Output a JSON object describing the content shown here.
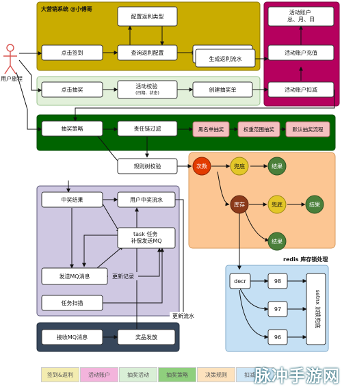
{
  "panels": {
    "topTitle": "大营销系统 @小傅哥",
    "redisTitle": "redis 库存锁处理"
  },
  "actor": {
    "label": "用户旅程"
  },
  "nodes": {
    "configRebateType": "配置返利类型",
    "clickSignIn": "点击签到",
    "queryRebateConfig": "查询返利配置",
    "generateRebateFlow": "生成返利流水",
    "activityAccountTotal": "活动账户\n总、月、日",
    "activityAccountRecharge": "活动账户充值",
    "clickDraw": "点击抽奖",
    "activityCheck": "活动校验\n(日期、状态)",
    "createOrder": "创建抽奖单",
    "activityDeduct": "活动账户扣减",
    "drawStrategy": "抽奖策略",
    "responsibilityChain": "责任链过滤",
    "blacklistDraw": "黑名单抽奖",
    "weightRangeDraw": "权重范围抽奖",
    "defaultDrawFlow": "默认抽奖流程",
    "ruleTreeCheck": "规则树校验",
    "times": "次数",
    "fallback1": "兜底",
    "result1": "结果",
    "stock": "库存",
    "fallback2": "兜底",
    "result2": "结果",
    "result3": "结果",
    "winResult": "中奖结果",
    "userWinFlow": "用户中奖流水",
    "taskCompensate": "task 任务\n补偿发送MQ",
    "sendMQ": "发送MQ消息",
    "taskScan": "任务扫描",
    "receiveMQ": "接收MQ消息",
    "prizeDelivery": "奖品发放",
    "decr": "decr",
    "n98": "98",
    "n97": "97",
    "n96": "96",
    "setnx": "setnx 加锁兜底"
  },
  "edgeLabels": {
    "updateRecord": "更新记录",
    "updateFlow": "更新流水"
  },
  "legend": [
    {
      "label": "签到&返利",
      "color": "#f3ecb0"
    },
    {
      "label": "活动账户",
      "color": "#f3b4dc"
    },
    {
      "label": "抽奖活动",
      "color": "#d9efd6"
    },
    {
      "label": "抽奖策略",
      "color": "#8fcf7d"
    },
    {
      "label": "决策规则",
      "color": "#fde2bd"
    },
    {
      "label": "扣减库存",
      "color": "#cfe6f6"
    }
  ],
  "watermark": "脉冲手游网"
}
